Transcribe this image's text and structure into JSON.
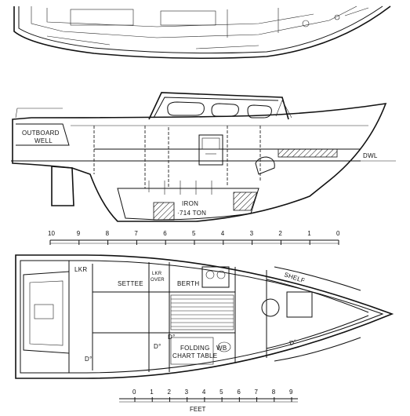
{
  "labels": {
    "outboard_well_1": "OUTBOARD",
    "outboard_well_2": "WELL",
    "dwl": "DWL",
    "ballast_1": "IRON",
    "ballast_2": "·714 TON",
    "locker": "LKR",
    "settee": "SETTEE",
    "lkr_over_1": "LKR",
    "lkr_over_2": "OVER",
    "berth": "BERTH",
    "shelf": "SHELF",
    "ditto_1": "D°",
    "ditto_2": "D°",
    "ditto_3": "D°",
    "ditto_4": "D°",
    "folding_chart_table_1": "FOLDING",
    "folding_chart_table_2": "CHART TABLE",
    "wash_basin": "WB"
  },
  "scale_top": {
    "ticks": [
      "10",
      "9",
      "8",
      "7",
      "6",
      "5",
      "4",
      "3",
      "2",
      "1",
      "0"
    ]
  },
  "scale_bottom": {
    "ticks": [
      "0",
      "1",
      "2",
      "3",
      "4",
      "5",
      "6",
      "7",
      "8",
      "9"
    ],
    "unit": "FEET"
  }
}
